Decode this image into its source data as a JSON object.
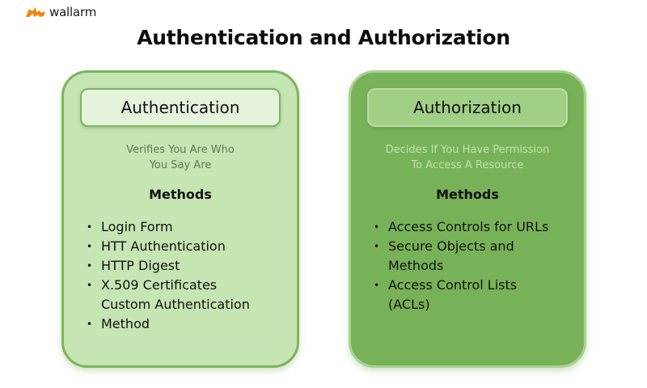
{
  "brand": {
    "name": "wallarm",
    "logo_icon": "wallarm-flag-icon",
    "logo_color": "#f7810c"
  },
  "title": "Authentication and Authorization",
  "colors": {
    "auth_card_bg": "#c5e5b3",
    "auth_card_border": "#7ab55c",
    "authz_card_bg": "#78b258",
    "authz_card_border": "#a8d38f"
  },
  "cards": [
    {
      "header": "Authentication",
      "subtitle_lines": [
        "Verifies You Are Who",
        "You Say Are"
      ],
      "methods_heading": "Methods",
      "items": [
        {
          "bullet": true,
          "text": "Login Form"
        },
        {
          "bullet": true,
          "text": "HTT Authentication"
        },
        {
          "bullet": true,
          "text": "HTTP Digest"
        },
        {
          "bullet": true,
          "text": "X.509 Certificates"
        },
        {
          "bullet": false,
          "text": "Custom Authentication"
        },
        {
          "bullet": true,
          "text": "Method"
        }
      ]
    },
    {
      "header": "Authorization",
      "subtitle_lines": [
        "Decides If You Have Permission",
        "To Access A Resource"
      ],
      "methods_heading": "Methods",
      "items": [
        {
          "bullet": true,
          "text": "Access Controls for URLs"
        },
        {
          "bullet": true,
          "text": "Secure Objects and"
        },
        {
          "bullet": false,
          "text": "Methods"
        },
        {
          "bullet": true,
          "text": "Access Control Lists"
        },
        {
          "bullet": false,
          "text": "(ACLs)"
        }
      ]
    }
  ]
}
